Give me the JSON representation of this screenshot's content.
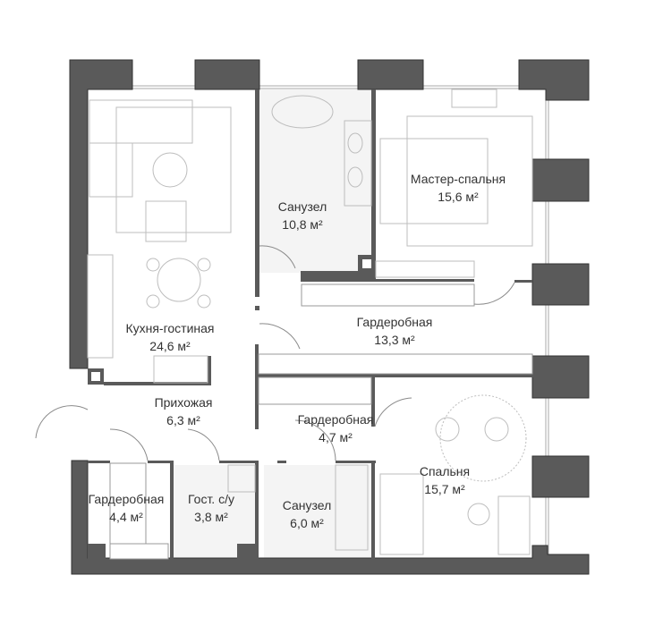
{
  "rooms": [
    {
      "name": "Кухня-гостиная",
      "area": "24,6 м²"
    },
    {
      "name": "Санузел",
      "area": "10,8 м²"
    },
    {
      "name": "Мастер-спальня",
      "area": "15,6 м²"
    },
    {
      "name": "Гардеробная",
      "area": "13,3 м²"
    },
    {
      "name": "Прихожая",
      "area": "6,3 м²"
    },
    {
      "name": "Гардеробная",
      "area": "4,7 м²"
    },
    {
      "name": "Спальня",
      "area": "15,7 м²"
    },
    {
      "name": "Гардеробная",
      "area": "4,4 м²"
    },
    {
      "name": "Гост. с/у",
      "area": "3,8 м²"
    },
    {
      "name": "Санузел",
      "area": "6,0 м²"
    }
  ]
}
